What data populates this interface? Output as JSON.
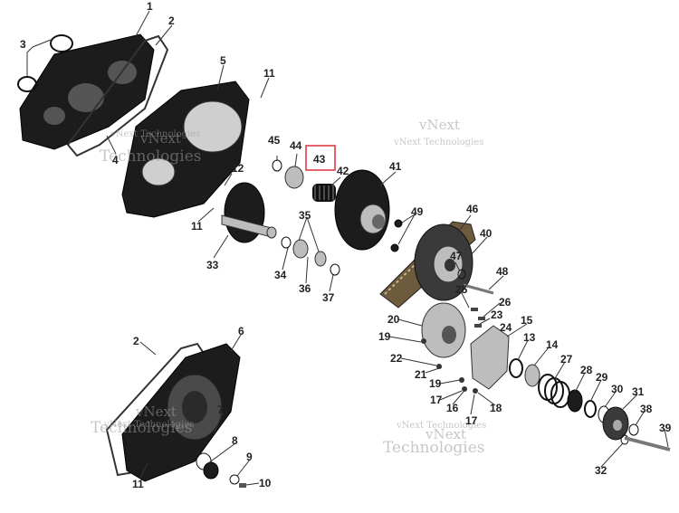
{
  "watermark": {
    "line1": "vNext",
    "line2": "Technologies",
    "small": "vNext Technologies"
  },
  "highlight": {
    "label": "43",
    "border_color": "#e0303a"
  },
  "callouts": {
    "c1": "1",
    "c2": "2",
    "c3": "3",
    "c4": "4",
    "c5": "5",
    "c11a": "11",
    "c11b": "11",
    "c11c": "11",
    "c12": "12",
    "c33": "33",
    "c34": "34",
    "c35": "35",
    "c36": "36",
    "c37": "37",
    "c41": "41",
    "c42": "42",
    "c44": "44",
    "c45": "45",
    "c46": "46",
    "c47": "47",
    "c48": "48",
    "c49": "49",
    "c40": "40",
    "c25": "25",
    "c26": "26",
    "c23": "23",
    "c24": "24",
    "c20": "20",
    "c19a": "19",
    "c19b": "19",
    "c22": "22",
    "c21": "21",
    "c17a": "17",
    "c17b": "17",
    "c16": "16",
    "c18": "18",
    "c15": "15",
    "c13": "13",
    "c14": "14",
    "c27": "27",
    "c28": "28",
    "c29": "29",
    "c30": "30",
    "c31": "31",
    "c32": "32",
    "c38": "38",
    "c39": "39",
    "c2b": "2",
    "c6": "6",
    "c7": "7",
    "c8": "8",
    "c9": "9",
    "c10": "10"
  }
}
